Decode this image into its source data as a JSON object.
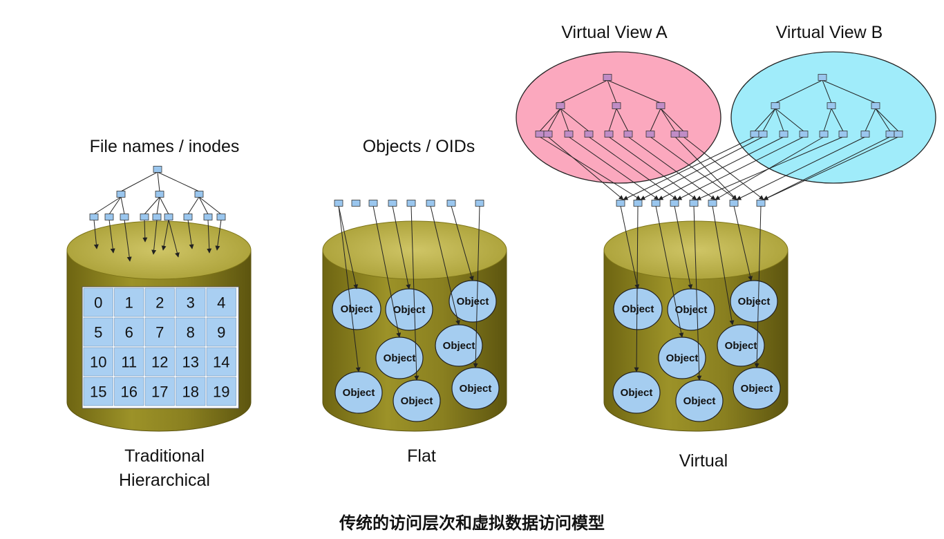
{
  "labels": {
    "top_traditional": "File names / inodes",
    "top_flat": "Objects / OIDs",
    "view_a": "Virtual View A",
    "view_b": "Virtual View B",
    "bottom_traditional_1": "Traditional",
    "bottom_traditional_2": "Hierarchical",
    "bottom_flat": "Flat",
    "bottom_virtual": "Virtual"
  },
  "grid_numbers": [
    "0",
    "1",
    "2",
    "3",
    "4",
    "5",
    "6",
    "7",
    "8",
    "9",
    "10",
    "11",
    "12",
    "13",
    "14",
    "15",
    "16",
    "17",
    "18",
    "19"
  ],
  "object_label": "Object",
  "caption": "传统的访问层次和虚拟数据访问模型",
  "colors": {
    "cylinder_top": "#c4bb56",
    "cylinder_body": "#8c8220",
    "node_blue": "#9ac6ee",
    "node_purple": "#c08cc6",
    "object_fill": "#a5cdf0",
    "view_a_fill": "#fba8be",
    "view_b_fill": "#a0ecfa",
    "grid_fill": "#a9cff2"
  }
}
